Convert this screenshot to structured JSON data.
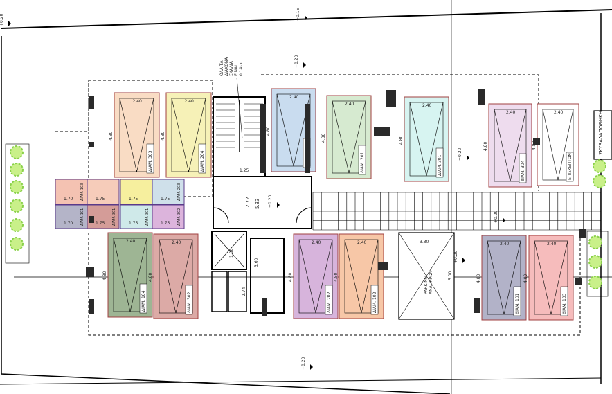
{
  "notes": {
    "stair_note": [
      "ΟΛΑ ΤΑ",
      "ΔΙΑΧΟΝΑ",
      "ΣΚΑΛΙΑ",
      "ΕΙΝΑΙ",
      "0.14εκ."
    ],
    "garbage_label": "ΣΚΥΒΑΛΑΠΟΘΗΚΗ",
    "parking_label": [
      "PARKING",
      "ΑΝΑΠΗΡΩΝ"
    ]
  },
  "levels": {
    "top": "+0.15",
    "top_left": "+0.20",
    "upper_mid": "+0.20",
    "right_mid": "+0.20",
    "core": "+0.20",
    "corridor": "+0.20",
    "lower_right": "+0.20",
    "bottom": "+0.20"
  },
  "dimensions": {
    "stair_width": "2.72",
    "core_width": "5.33",
    "stair_run": "1.25",
    "elev_w": "1.80",
    "elev_h": "1.80",
    "shaft_a": "3.60",
    "shaft_b": "2.74",
    "parking_w": "3.30",
    "parking_h": "5.00"
  },
  "storage": {
    "upper_row": [
      {
        "label": "ΔΙΑΜ. 103",
        "dim": "1.70"
      },
      {
        "label": "",
        "dim": "1.75"
      },
      {
        "label": "",
        "dim": "1.75"
      },
      {
        "label": "ΔΙΑΜ. 203",
        "dim": "1.75"
      }
    ],
    "lower_row": [
      {
        "label": "ΔΙΑΜ. 101",
        "dim": "1.70"
      },
      {
        "label": "ΔΙΑΜ. 301",
        "dim": "1.75"
      },
      {
        "label": "ΔΙΑΜ. 301",
        "dim": "1.75"
      },
      {
        "label": "ΔΙΑΜ. 302",
        "dim": "1.75"
      }
    ]
  },
  "parking_spaces": [
    {
      "label": "ΔΙΑΜ. 303",
      "w": "2.40",
      "h": "4.80",
      "color": "#f9dcc4"
    },
    {
      "label": "ΔΙΑΜ. 204",
      "w": "2.40",
      "h": "4.80",
      "color": "#f6f1b7"
    },
    {
      "label": "ΔΙΑΜ. 203",
      "w": "2.40",
      "h": "4.80",
      "color": "#c9dcef"
    },
    {
      "label": "ΔΙΑΜ. 201",
      "w": "2.40",
      "h": "4.80",
      "color": "#d6ead0"
    },
    {
      "label": "ΔΙΑΜ. 301",
      "w": "2.40",
      "h": "4.80",
      "color": "#d7f4f1"
    },
    {
      "label": "ΔΙΑΜ. 304",
      "w": "2.40",
      "h": "4.80",
      "color": "#eedcee"
    },
    {
      "label": "ΕΠΙΣΚΕΠΤΩΝ",
      "w": "2.40",
      "h": "4.80",
      "color": "#ffffff"
    },
    {
      "label": "ΔΙΑΜ. 104",
      "w": "2.40",
      "h": "4.80",
      "color": "#9eb594"
    },
    {
      "label": "ΔΙΑΜ. 302",
      "w": "2.40",
      "h": "4.80",
      "color": "#dcaaa6"
    },
    {
      "label": "ΔΙΑΜ. 202",
      "w": "2.40",
      "h": "4.80",
      "color": "#d7b4dc"
    },
    {
      "label": "ΔΙΑΜ. 102",
      "w": "2.40",
      "h": "4.80",
      "color": "#f7c7a7"
    },
    {
      "label": "ΔΙΑΜ. 101",
      "w": "2.40",
      "h": "4.80",
      "color": "#b2b2c8"
    },
    {
      "label": "ΔΙΑΜ. 103",
      "w": "2.40",
      "h": "4.80",
      "color": "#f6bcbc"
    }
  ],
  "colors": {
    "storage": [
      "#f4c2b2",
      "#f6ccba",
      "#f6ef9e",
      "#cfe0ea",
      "#b4b4c8",
      "#d49c98",
      "#cfe9e9",
      "#dcb4dc"
    ],
    "hatch": "#2a2a2a",
    "tree": "#8ad14a"
  }
}
